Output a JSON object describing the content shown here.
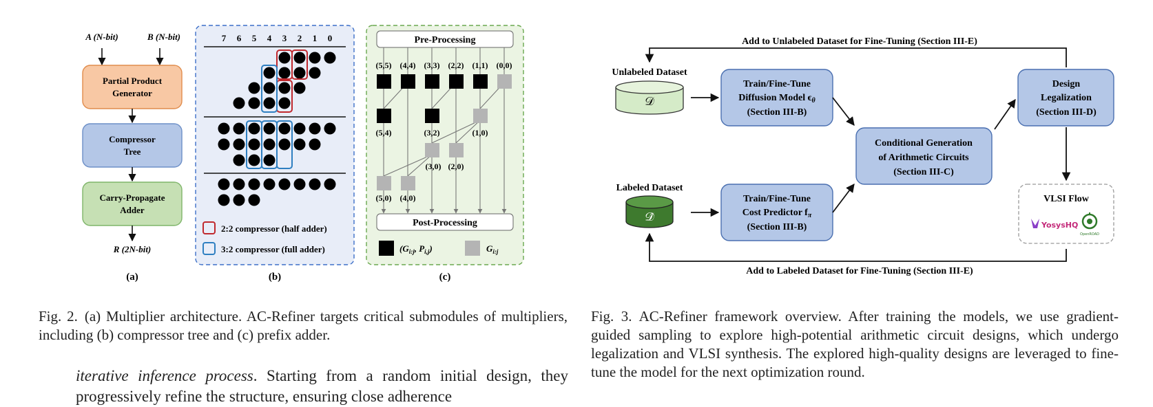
{
  "fig2": {
    "panel_a": {
      "input_a": "A (N-bit)",
      "input_b": "B (N-bit)",
      "ppg_line1": "Partial Product",
      "ppg_line2": "Generator",
      "ct_line1": "Compressor",
      "ct_line2": "Tree",
      "cpa_line1": "Carry-Propagate",
      "cpa_line2": "Adder",
      "output": "R (2N-bit)",
      "label": "(a)",
      "colors": {
        "ppg": "#f8c8a4",
        "ppg_border": "#e08c4c",
        "ct": "#b4c7e7",
        "ct_border": "#6d8fc7",
        "cpa": "#c6e0b4",
        "cpa_border": "#7fb56a"
      }
    },
    "panel_b": {
      "columns": [
        "7",
        "6",
        "5",
        "4",
        "3",
        "2",
        "1",
        "0"
      ],
      "legend_half": "2:2 compressor (half adder)",
      "legend_full": "3:2 compressor (full adder)",
      "label": "(b)",
      "colors": {
        "background": "#e8edf8",
        "border": "#3c6fc8",
        "half_adder": "#c0282d",
        "full_adder": "#2e7fc1"
      }
    },
    "panel_c": {
      "pre": "Pre-Processing",
      "post": "Post-Processing",
      "row1": [
        "(5,5)",
        "(4,4)",
        "(3,3)",
        "(2,2)",
        "(1,1)",
        "(0,0)"
      ],
      "row2": [
        "(5,4)",
        "(3,2)",
        "(1,0)"
      ],
      "row3": [
        "(3,0)",
        "(2,0)"
      ],
      "row4": [
        "(5,0)",
        "(4,0)"
      ],
      "legend_black": "(G",
      "legend_black_sub": "i:j",
      "legend_black_mid": ", P",
      "legend_black_sub2": "i,j",
      "legend_black_end": ")",
      "legend_gray": "G",
      "legend_gray_sub": "i:j",
      "label": "(c)",
      "colors": {
        "background": "#ebf4e3",
        "border": "#6aa84f",
        "black": "#000000",
        "gray": "#b4b4b4"
      }
    },
    "caption_label": "Fig. 2.",
    "caption_text": "(a) Multiplier architecture. AC-Refiner targets critical submodules of multipliers, including (b) compressor tree and (c) prefix adder."
  },
  "fig3": {
    "top_arrow_label": "Add to Unlabeled Dataset for Fine-Tuning (Section III-E)",
    "bottom_arrow_label": "Add to Labeled Dataset for Fine-Tuning (Section III-E)",
    "unlabeled_title": "Unlabeled Dataset",
    "unlabeled_symbol": "𝒟",
    "labeled_title": "Labeled Dataset",
    "labeled_symbol": "𝒟̂",
    "train_diff": [
      "Train/Fine-Tune",
      "Diffusion Model ϵ",
      "(Section III-B)"
    ],
    "train_diff_sub": "θ",
    "train_cost": [
      "Train/Fine-Tune",
      "Cost Predictor f",
      "(Section III-B)"
    ],
    "train_cost_sub": "π",
    "cond_gen": [
      "Conditional Generation",
      "of Arithmetic Circuits",
      "(Section III-C)"
    ],
    "legalize": [
      "Design",
      "Legalization",
      "(Section III-D)"
    ],
    "vlsi_title": "VLSI Flow",
    "vlsi_tool1": "YosysHQ",
    "vlsi_tool2": "OpenROAD",
    "colors": {
      "box": "#b4c7e7",
      "box_border": "#4a6fb0",
      "unlabeled": "#d5ebc8",
      "labeled": "#3e7a2e"
    },
    "caption_label": "Fig. 3.",
    "caption_text": "AC-Refiner framework overview. After training the models, we use gradient-guided sampling to explore high-potential arithmetic circuit designs, which undergo legalization and VLSI synthesis. The explored high-quality designs are leveraged to fine-tune the model for the next optimization round."
  },
  "body": {
    "italic": "iterative inference process",
    "rest": ". Starting from a random initial design, they progressively refine the structure, ensuring close adherence"
  }
}
